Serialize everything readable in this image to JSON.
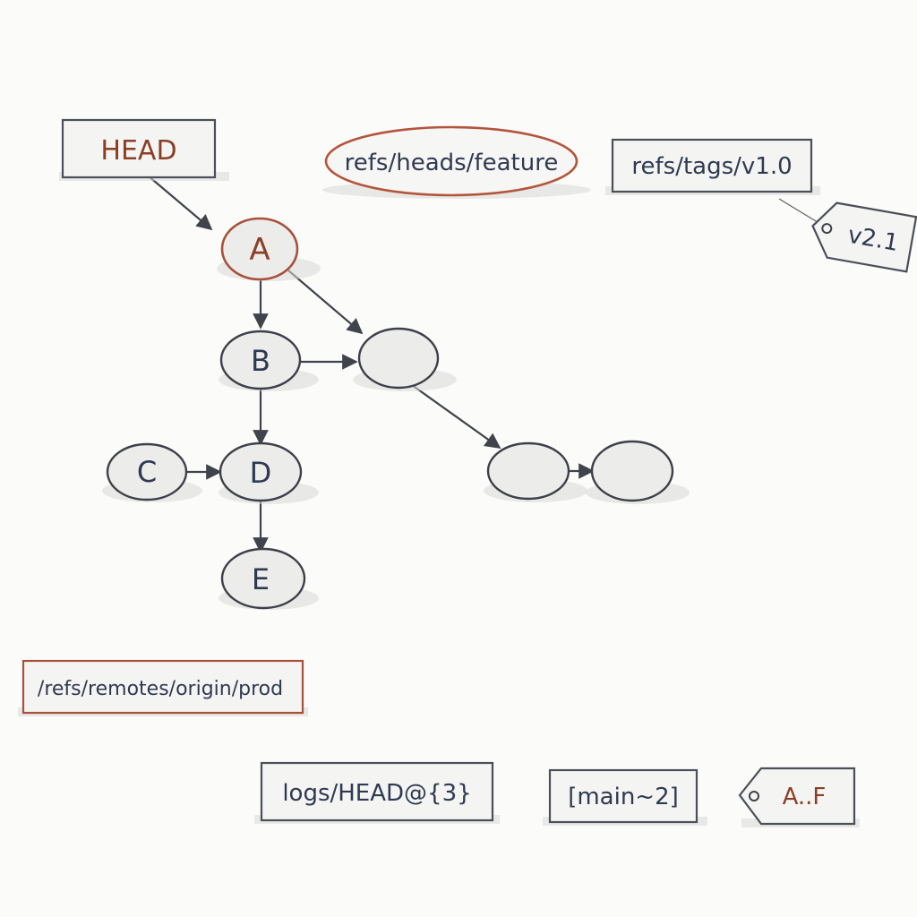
{
  "refs": {
    "head": "HEAD",
    "feature": "refs/heads/feature",
    "tag_v1": "refs/tags/v1.0",
    "tag_v21": "v2.1",
    "remote_prod": "/refs/remotes/origin/prod",
    "reflog": "logs/HEAD@{3}",
    "ancestry": "[main~2]",
    "range": "A..F"
  },
  "commits": {
    "a": "A",
    "b": "B",
    "c": "C",
    "d": "D",
    "e": "E"
  },
  "colors": {
    "ink": "#3d4048",
    "text_dark": "#2f3a52",
    "text_rust": "#8a3f26",
    "accent_rust": "#a8503a",
    "paper": "#fbfbfa"
  }
}
